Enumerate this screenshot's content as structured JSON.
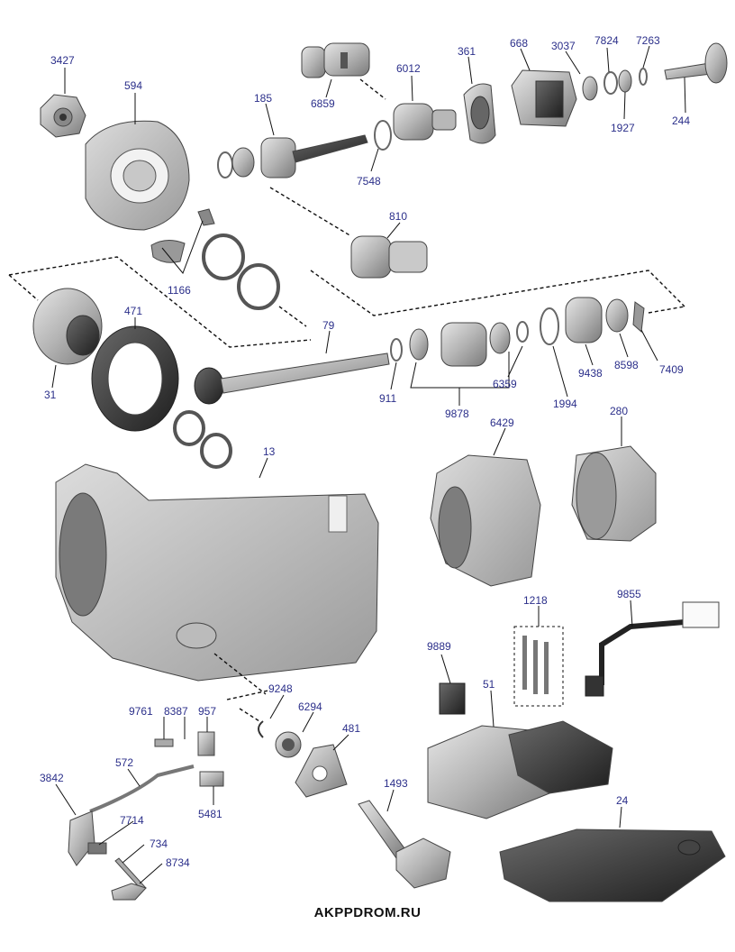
{
  "callouts": {
    "c3427": "3427",
    "c594": "594",
    "c185": "185",
    "c6859": "6859",
    "c6012": "6012",
    "c361": "361",
    "c668": "668",
    "c3037": "3037",
    "c7824": "7824",
    "c7263": "7263",
    "c244": "244",
    "c1927": "1927",
    "c7548": "7548",
    "c810": "810",
    "c1166": "1166",
    "c471": "471",
    "c79": "79",
    "c31": "31",
    "c911": "911",
    "c9878": "9878",
    "c6359": "6359",
    "c1994": "1994",
    "c9438": "9438",
    "c8598": "8598",
    "c7409": "7409",
    "c13": "13",
    "c6429": "6429",
    "c280": "280",
    "c1218": "1218",
    "c9855": "9855",
    "c9889": "9889",
    "c51": "51",
    "c9248": "9248",
    "c9761": "9761",
    "c8387": "8387",
    "c957": "957",
    "c6294": "6294",
    "c481": "481",
    "c572": "572",
    "c3842": "3842",
    "c5481": "5481",
    "c7714": "7714",
    "c734": "734",
    "c8734": "8734",
    "c1493": "1493",
    "c24": "24"
  },
  "footer": "AKPPDROM.RU"
}
